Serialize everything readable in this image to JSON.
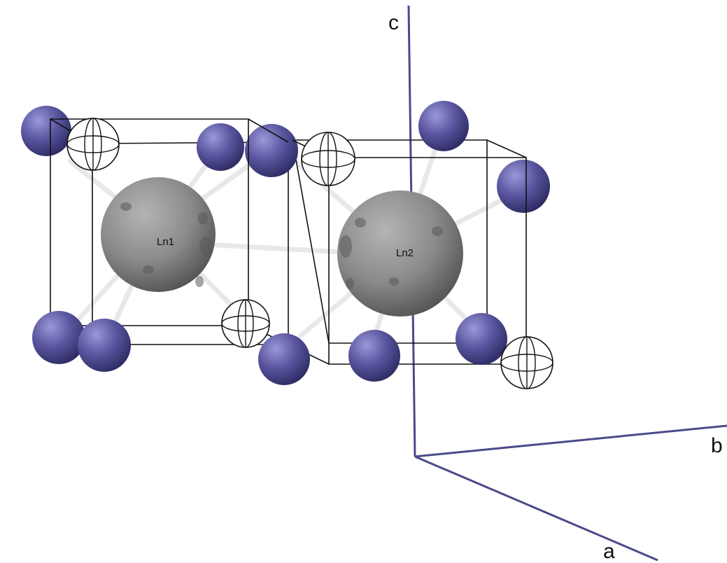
{
  "axes": {
    "a_label": "a",
    "b_label": "b",
    "c_label": "c",
    "color": "#4a4a88"
  },
  "atoms": {
    "ln1_label": "Ln1",
    "ln2_label": "Ln2"
  },
  "colors": {
    "lanthanide": "#8a8a8a",
    "anion": "#5a56a0",
    "cell_edge": "#111111",
    "bond": "#e8e8e8",
    "background": "#ffffff"
  }
}
